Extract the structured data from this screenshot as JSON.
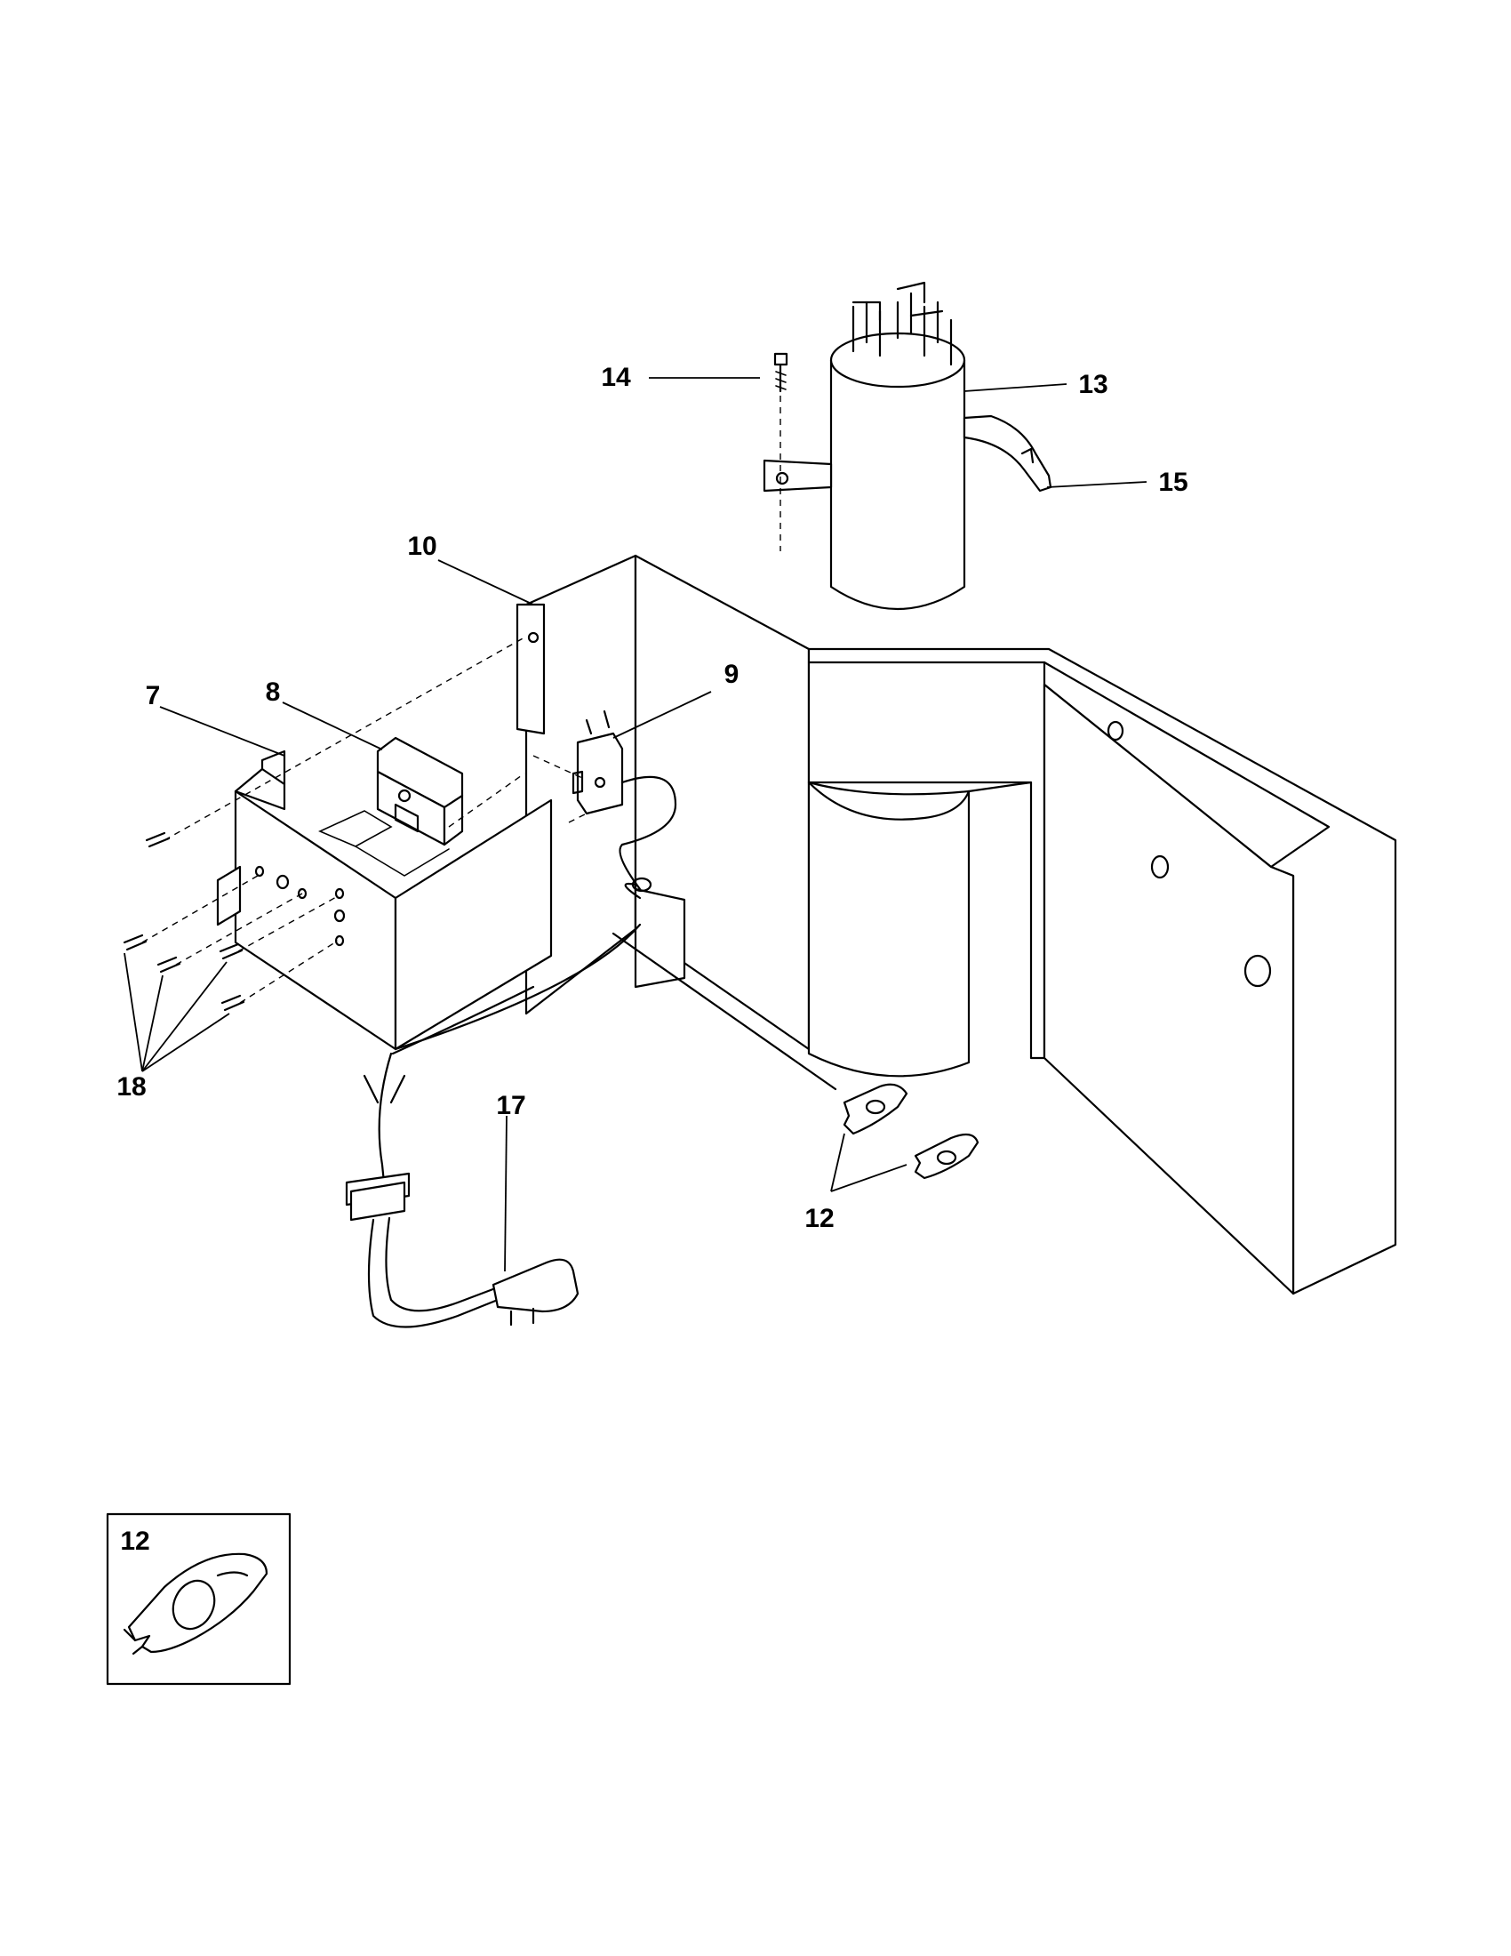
{
  "callouts": {
    "c7": "7",
    "c8": "8",
    "c9": "9",
    "c10": "10",
    "c12": "12",
    "c13": "13",
    "c14": "14",
    "c15": "15",
    "c17": "17",
    "c18": "18"
  },
  "inset": {
    "label": "12"
  }
}
